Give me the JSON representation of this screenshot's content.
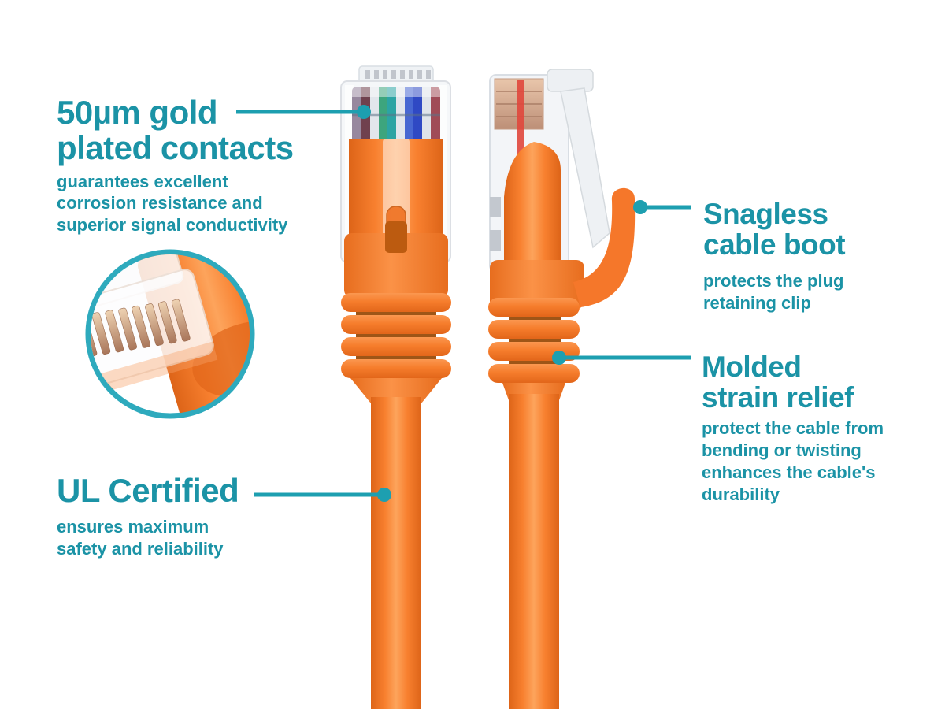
{
  "colors": {
    "accent_teal_text": "#1b93a6",
    "accent_teal_line": "#1d9fb0",
    "inset_ring_teal": "#2eaabd",
    "cable_orange": "#f8802f",
    "cable_orange_dark": "#e06519"
  },
  "callouts": {
    "gold_contacts": {
      "title": [
        "50µm gold",
        "plated contacts"
      ],
      "description": [
        "guarantees excellent",
        "corrosion resistance and",
        "superior signal conductivity"
      ]
    },
    "snagless": {
      "title": [
        "Snagless",
        "cable boot"
      ],
      "description": [
        "protects the plug",
        "retaining clip"
      ]
    },
    "strain_relief": {
      "title": [
        "Molded",
        "strain relief"
      ],
      "description": [
        "protect the cable from",
        "bending or twisting",
        "enhances the cable's",
        "durability"
      ]
    },
    "ul_certified": {
      "title": [
        "UL Certified"
      ],
      "description": [
        "ensures maximum",
        "safety and reliability"
      ]
    }
  }
}
